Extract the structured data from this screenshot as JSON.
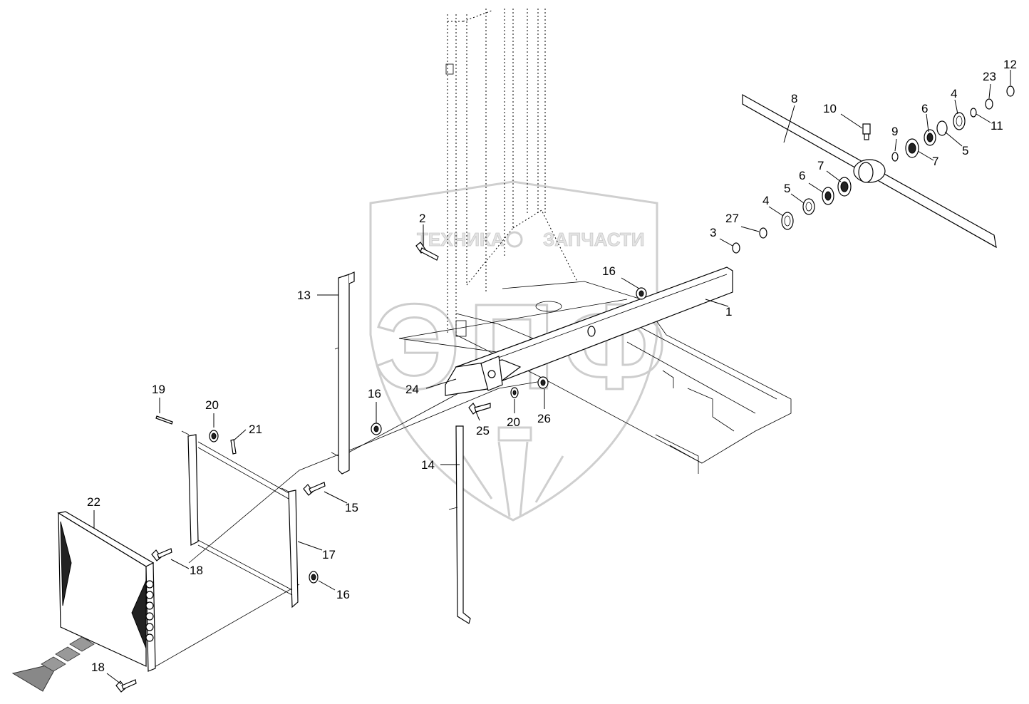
{
  "diagram": {
    "watermark": {
      "left_text": "ТЕХНИКА",
      "right_text": "ЗАПЧАСТИ",
      "logo_text": "ЭПФ"
    },
    "callouts": [
      {
        "id": "c-1",
        "label": "1"
      },
      {
        "id": "c-2",
        "label": "2"
      },
      {
        "id": "c-3",
        "label": "3"
      },
      {
        "id": "c-4a",
        "label": "4"
      },
      {
        "id": "c-4b",
        "label": "4"
      },
      {
        "id": "c-5a",
        "label": "5"
      },
      {
        "id": "c-5b",
        "label": "5"
      },
      {
        "id": "c-6a",
        "label": "6"
      },
      {
        "id": "c-6b",
        "label": "6"
      },
      {
        "id": "c-7a",
        "label": "7"
      },
      {
        "id": "c-7b",
        "label": "7"
      },
      {
        "id": "c-8",
        "label": "8"
      },
      {
        "id": "c-9",
        "label": "9"
      },
      {
        "id": "c-10",
        "label": "10"
      },
      {
        "id": "c-11",
        "label": "11"
      },
      {
        "id": "c-12",
        "label": "12"
      },
      {
        "id": "c-13",
        "label": "13"
      },
      {
        "id": "c-14",
        "label": "14"
      },
      {
        "id": "c-15",
        "label": "15"
      },
      {
        "id": "c-16a",
        "label": "16"
      },
      {
        "id": "c-16b",
        "label": "16"
      },
      {
        "id": "c-16c",
        "label": "16"
      },
      {
        "id": "c-17",
        "label": "17"
      },
      {
        "id": "c-18a",
        "label": "18"
      },
      {
        "id": "c-18b",
        "label": "18"
      },
      {
        "id": "c-19",
        "label": "19"
      },
      {
        "id": "c-20a",
        "label": "20"
      },
      {
        "id": "c-20b",
        "label": "20"
      },
      {
        "id": "c-21",
        "label": "21"
      },
      {
        "id": "c-22",
        "label": "22"
      },
      {
        "id": "c-23",
        "label": "23"
      },
      {
        "id": "c-24",
        "label": "24"
      },
      {
        "id": "c-25",
        "label": "25"
      },
      {
        "id": "c-26",
        "label": "26"
      },
      {
        "id": "c-27",
        "label": "27"
      }
    ]
  }
}
